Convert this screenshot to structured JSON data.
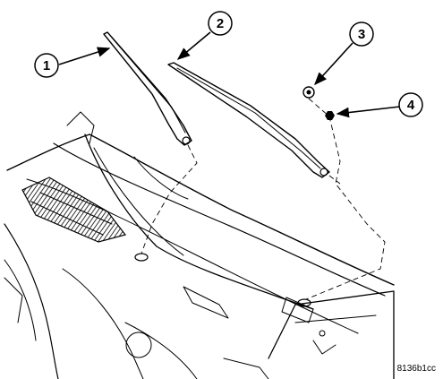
{
  "diagram": {
    "callouts": [
      {
        "number": "1"
      },
      {
        "number": "2"
      },
      {
        "number": "3"
      },
      {
        "number": "4"
      }
    ],
    "figure_id": "8136b1cc"
  }
}
